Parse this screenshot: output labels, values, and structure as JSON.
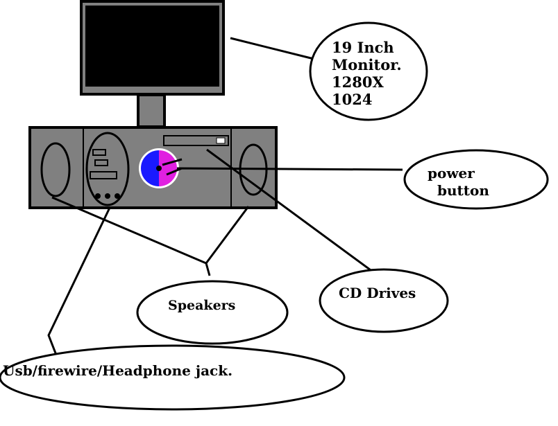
{
  "labels": {
    "monitor": [
      "19 Inch",
      "Monitor.",
      "1280X",
      "1024"
    ],
    "power": [
      "power",
      "button"
    ],
    "cd_drives": "CD Drives",
    "speakers": "Speakers",
    "ports": "Usb/firewire/Headphone jack."
  },
  "colors": {
    "case": "#808080",
    "screen": "#000000",
    "power_blue": "#1a1aff",
    "power_magenta": "#e020e0"
  }
}
